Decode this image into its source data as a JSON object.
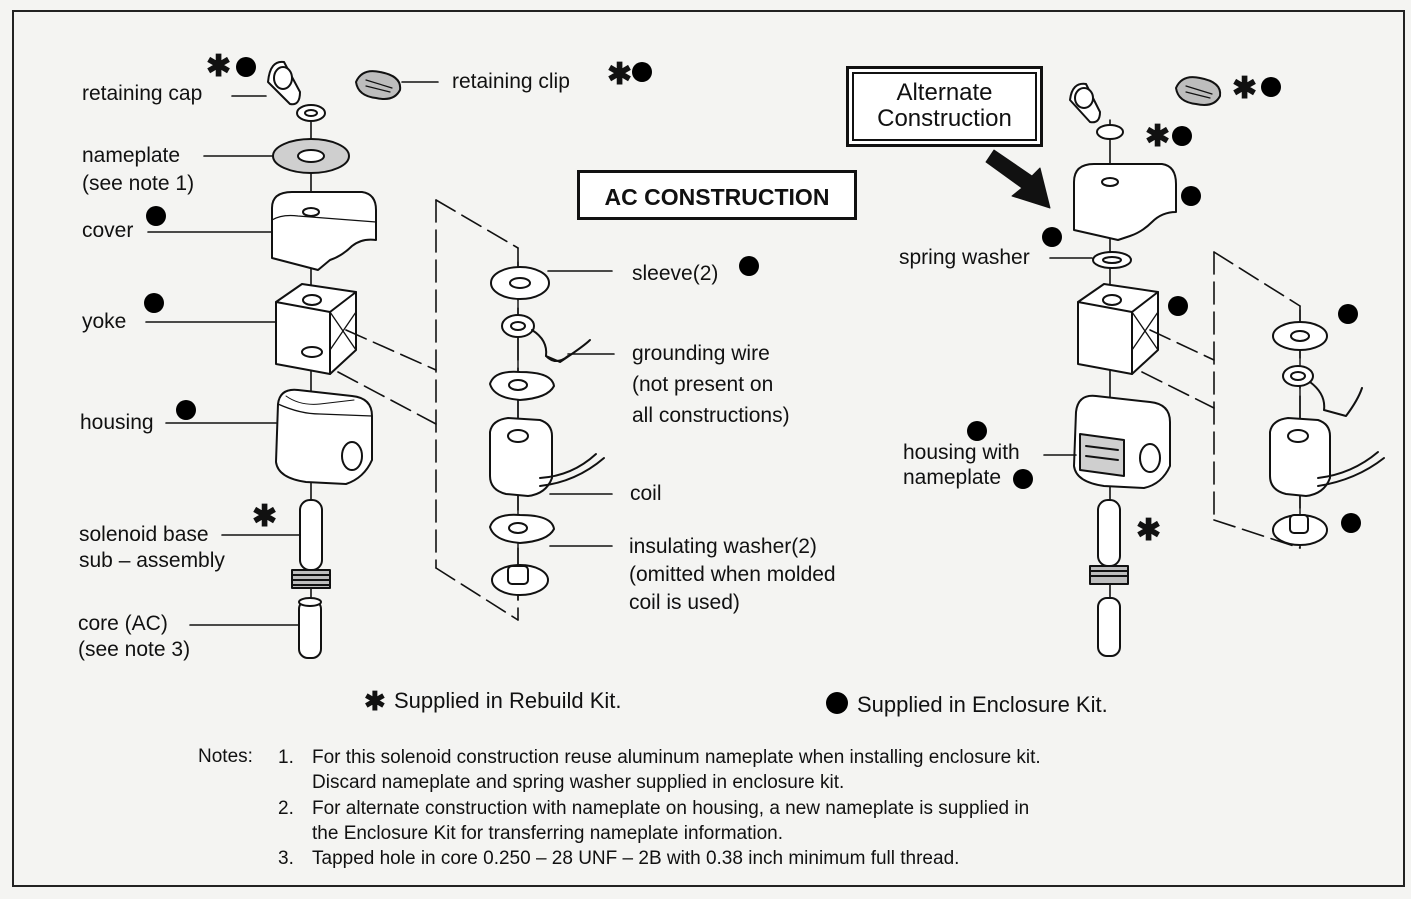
{
  "colors": {
    "ink": "#111111",
    "paper": "#f4f4f2",
    "part_fill": "#ffffff",
    "shade": "#cfcfcf"
  },
  "ac_title": "AC CONSTRUCTION",
  "alt_title": [
    "Alternate",
    "Construction"
  ],
  "left_labels": {
    "retaining_cap": "retaining cap",
    "nameplate": [
      "nameplate",
      "(see note 1)"
    ],
    "cover": "cover",
    "yoke": "yoke",
    "housing": "housing",
    "solenoid_base": [
      "solenoid base",
      "sub – assembly"
    ],
    "core": [
      "core (AC)",
      "(see note 3)"
    ]
  },
  "center_labels": {
    "retaining_clip": "retaining clip",
    "sleeve": "sleeve(2)",
    "grounding_wire": [
      "grounding wire",
      "(not present on",
      "all constructions)"
    ],
    "coil": "coil",
    "insulating_washer": [
      "insulating washer(2)",
      "(omitted when molded",
      "coil is used)"
    ]
  },
  "right_labels": {
    "spring_washer": "spring washer",
    "housing_with_nameplate": [
      "housing with",
      "nameplate"
    ]
  },
  "symbols": {
    "asterisk": "✱"
  },
  "legend": {
    "rebuild_kit": "Supplied in Rebuild Kit.",
    "enclosure_kit": "Supplied in Enclosure Kit."
  },
  "notes": {
    "header": "Notes:",
    "items": [
      {
        "num": "1.",
        "lines": [
          "For this solenoid construction reuse aluminum nameplate when installing enclosure kit.",
          "Discard nameplate and spring washer supplied in enclosure kit."
        ]
      },
      {
        "num": "2.",
        "lines": [
          "For alternate construction with nameplate on housing, a new nameplate is supplied in",
          "the Enclosure Kit for transferring nameplate information."
        ]
      },
      {
        "num": "3.",
        "lines": [
          "Tapped hole in core 0.250 – 28 UNF – 2B with 0.38 inch minimum full thread."
        ]
      }
    ]
  }
}
